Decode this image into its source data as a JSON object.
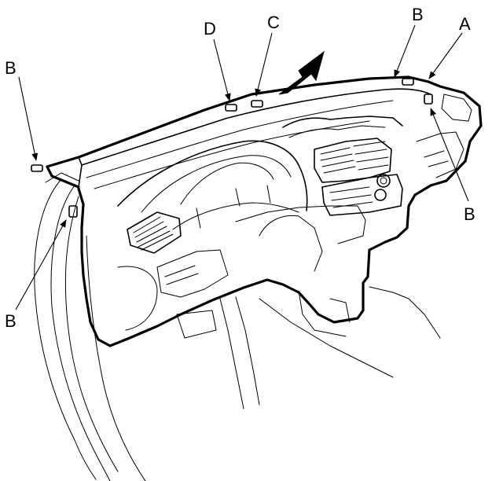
{
  "callouts": {
    "a_top_right": "A",
    "b_top_left": "B",
    "b_top_right": "B",
    "b_right": "B",
    "b_bottom_left": "B",
    "c_top": "C",
    "d_top": "D"
  },
  "colors": {
    "line": "#000000",
    "background": "#ffffff"
  }
}
